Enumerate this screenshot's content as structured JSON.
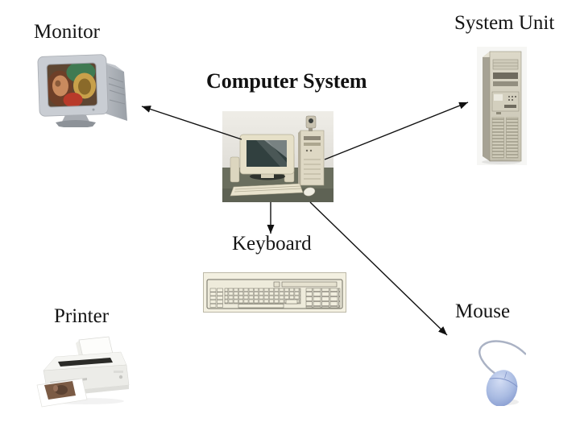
{
  "slide": {
    "title": "Computer System",
    "labels": {
      "monitor": "Monitor",
      "system_unit": "System Unit",
      "keyboard": "Keyboard",
      "printer": "Printer",
      "mouse": "Mouse"
    },
    "images": {
      "center": "computer-system-photo",
      "monitor": "crt-monitor-photo",
      "system_unit": "tower-case-photo",
      "keyboard": "keyboard-line-drawing",
      "printer": "inkjet-printer-photo",
      "mouse": "blue-mouse-photo"
    },
    "arrows": [
      {
        "name": "arrow-to-monitor",
        "from": "computer-system-photo",
        "to": "monitor"
      },
      {
        "name": "arrow-to-system-unit",
        "from": "computer-system-photo",
        "to": "system_unit"
      },
      {
        "name": "arrow-to-keyboard",
        "from": "computer-system-photo",
        "to": "keyboard"
      },
      {
        "name": "arrow-to-mouse",
        "from": "computer-system-photo",
        "to": "mouse"
      }
    ],
    "colors": {
      "background": "#ffffff",
      "text": "#141414",
      "arrow": "#111111",
      "mouse_body": "#a9bbe2",
      "case_beige": "#d6d2c1",
      "monitor_gray": "#c9cdd3"
    }
  }
}
